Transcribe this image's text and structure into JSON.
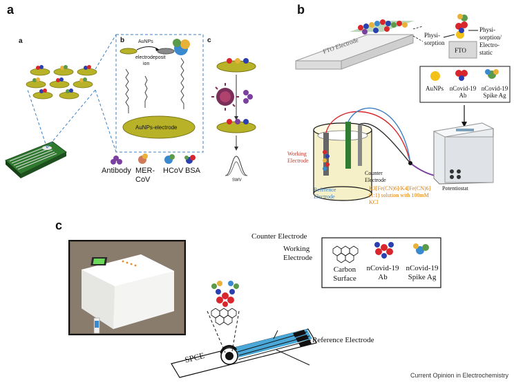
{
  "panels": {
    "a": {
      "letter": "a",
      "sub_a": "a",
      "sub_b": "b",
      "sub_c": "c",
      "aunps_label": "AuNPs",
      "electrodeposit_label": "electrodeposit",
      "ion_label": "ion",
      "electrode_label": "AuNPs-electrode",
      "swv_label": "SWV",
      "legend": [
        "Antibody",
        "MER-CoV",
        "HCoV",
        "BSA"
      ]
    },
    "b": {
      "letter": "b",
      "fto_electrode_label": "FTO Electrode",
      "physisorption_label": "Physi-sorption",
      "physisorption_electrostatic_label": "Physi-sorption/ Electro-static",
      "fto_label": "FTO",
      "legend": [
        "AuNPs",
        "nCovid-19 Ab",
        "nCovid-19 Spike Ag"
      ],
      "working_electrode_label": "Working Electrode",
      "counter_electrode_label": "Counter Electrode",
      "reference_electrode_label": "Reference Electrode",
      "solution_label": "K3[Fe(CN)6]/K4[Fe(CN)6] (1:1) solution with 100mM KCl",
      "potentiostat_label": "Potentiostat"
    },
    "c": {
      "letter": "c",
      "counter_electrode_label": "Counter Electrode",
      "working_electrode_label": "Working Electrode",
      "reference_electrode_label": "Reference Electrode",
      "spce_label": "SPCE",
      "legend": [
        "Carbon Surface",
        "nCovid-19 Ab",
        "nCovid-19 Spike Ag"
      ]
    }
  },
  "footer": "Current Opinion in Electrochemistry",
  "colors": {
    "board_green": "#2f7a2f",
    "electrode_olive": "#b7b227",
    "antibody_red": "#d8262c",
    "antibody_blue": "#2a3fb0",
    "gold": "#f2c11a",
    "strip_blue": "#4aa8d8",
    "dash": "#3b7fc4"
  }
}
